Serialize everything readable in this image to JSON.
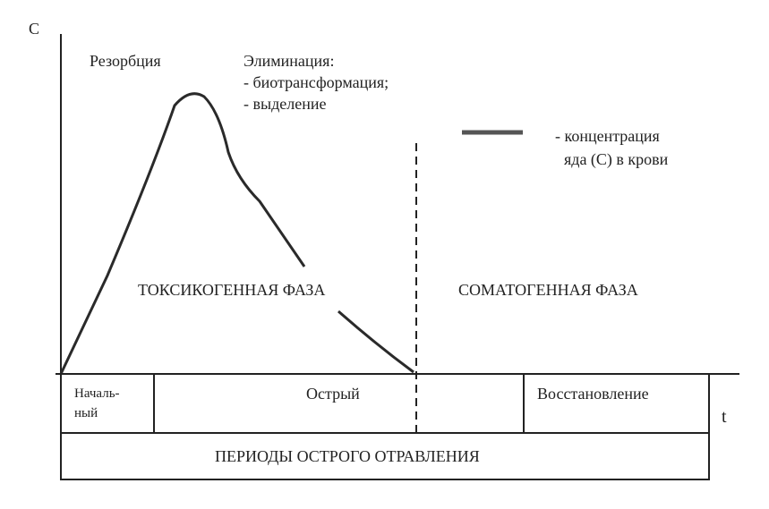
{
  "axes": {
    "y_label": "C",
    "x_label": "t"
  },
  "phase_labels": {
    "resorption": "Резорбция",
    "elimination_title": "Элиминация:",
    "elimination_item_1": "- биотрансформация;",
    "elimination_item_2": "- выделение"
  },
  "legend": {
    "line_1": "- концентрация",
    "line_2": "яда (С) в крови",
    "line_color": "#555555"
  },
  "zones": {
    "toxicogenic": "ТОКСИКОГЕННАЯ ФАЗА",
    "somatogenic": "СОМАТОГЕННАЯ ФАЗА"
  },
  "periods": {
    "initial_line_1": "Началь-",
    "initial_line_2": "ный",
    "acute": "Острый",
    "recovery": "Восстановление",
    "footer": "ПЕРИОДЫ ОСТРОГО ОТРАВЛЕНИЯ"
  },
  "colors": {
    "ink": "#222222",
    "curve": "#2a2a2a",
    "background": "#ffffff"
  }
}
